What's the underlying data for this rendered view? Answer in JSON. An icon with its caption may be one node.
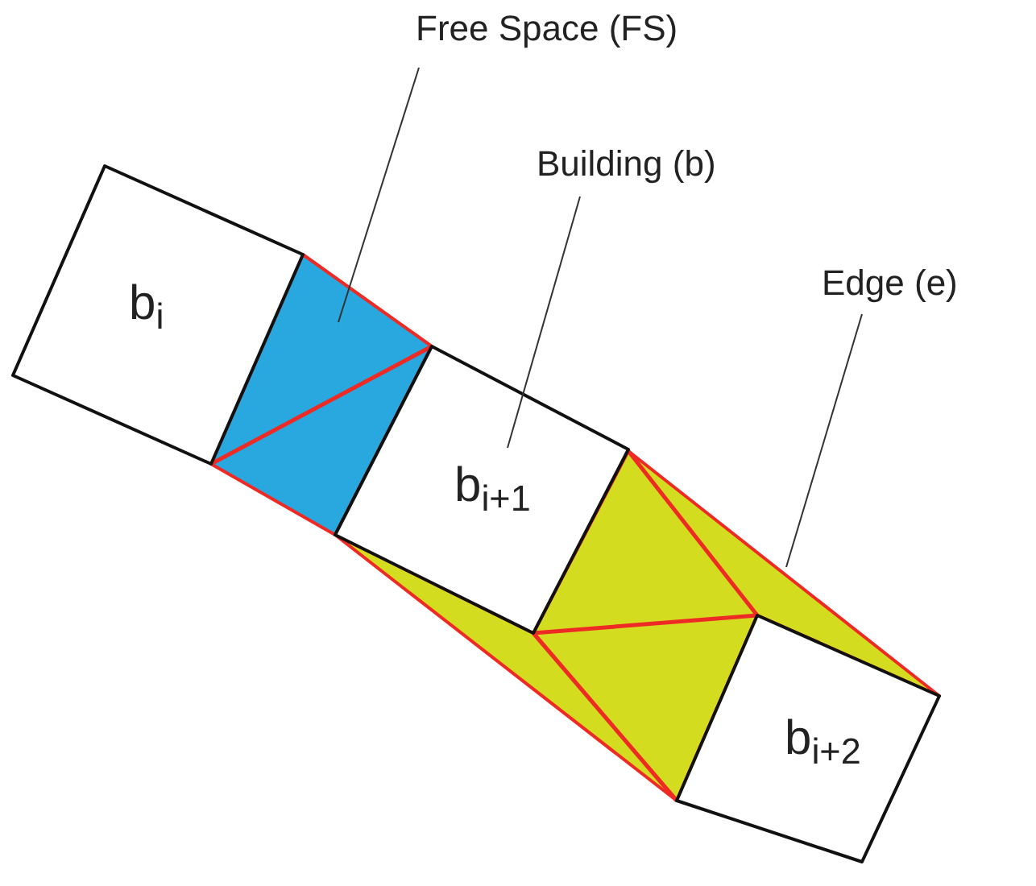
{
  "diagram": {
    "nodes": [
      {
        "text": [
          "b$_{i}$"
        ]
      },
      {
        "text": [
          "b$_{i+1}$"
        ]
      },
      {
        "text": [
          "b$_{i+2}$"
        ]
      },
      {
        "text": [
          "Free Space (FS)"
        ]
      },
      {
        "text": [
          "Building (b)"
        ]
      },
      {
        "text": [
          "Edge (e)"
        ]
      },
      {
        "text": [],
        "shape": "box"
      },
      {
        "text": [],
        "shape": "box"
      }
    ],
    "edges": [
      {
        "from": 3,
        "to": 6,
        "arrow": "none"
      },
      {
        "from": 4,
        "to": 1,
        "arrow": "none"
      },
      {
        "from": 5,
        "to": 7,
        "arrow": "none"
      }
    ]
  }
}
